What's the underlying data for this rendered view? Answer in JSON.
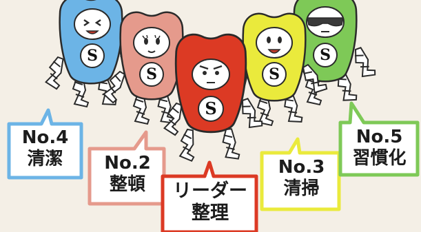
{
  "colors": {
    "background": "#f4efe6",
    "blue": "#6cb4e6",
    "pink": "#e59a8c",
    "red": "#dc3a24",
    "yellow": "#eaea3c",
    "green": "#7ec957",
    "outline": "#2a2a2a"
  },
  "characters": [
    {
      "id": "blue-tooth",
      "color": "#6cb4e6",
      "emblem": "S"
    },
    {
      "id": "pink-tooth",
      "color": "#e59a8c",
      "emblem": "S"
    },
    {
      "id": "red-tooth",
      "color": "#dc3a24",
      "emblem": "S"
    },
    {
      "id": "yellow-tooth",
      "color": "#eaea3c",
      "emblem": "S"
    },
    {
      "id": "green-tooth",
      "color": "#7ec957",
      "emblem": "S"
    }
  ],
  "labels": {
    "no4": {
      "number": "No.4",
      "text": "清潔",
      "color": "#6cb4e6"
    },
    "no2": {
      "number": "No.2",
      "text": "整頓",
      "color": "#e59a8c"
    },
    "leader": {
      "number": "リーダー",
      "text": "整理",
      "color": "#dc3a24"
    },
    "no3": {
      "number": "No.3",
      "text": "清掃",
      "color": "#eaea3c"
    },
    "no5": {
      "number": "No.5",
      "text": "習慣化",
      "color": "#7ec957"
    }
  }
}
